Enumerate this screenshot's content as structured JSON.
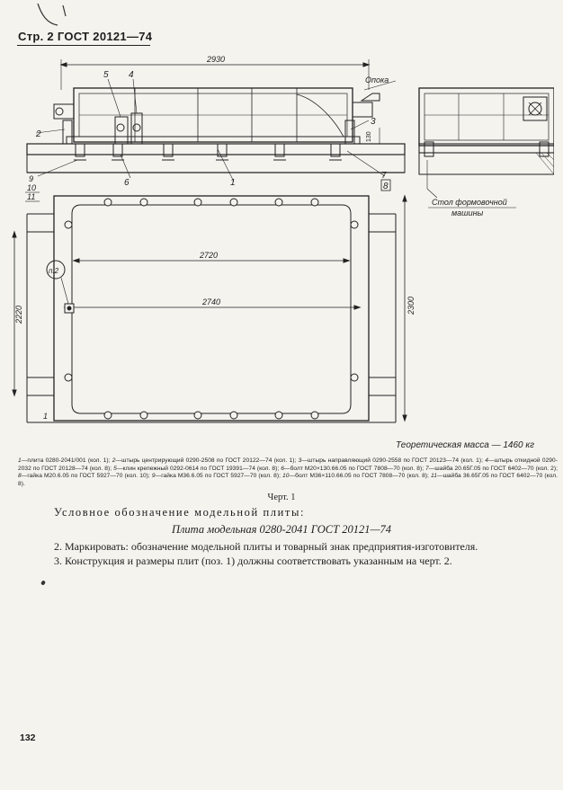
{
  "header": {
    "text": "Стр. 2 ГОСТ 20121—74"
  },
  "drawing": {
    "dims": {
      "overall_length": "2930",
      "inner_length": "2720",
      "hole_span": "2740",
      "height_left": "2220",
      "height_right": "2300",
      "small_height": "130"
    },
    "labels": {
      "flask": "Опока",
      "table_line1": "Стол формовочной",
      "table_line2": "машины",
      "detail_ref": "п.2"
    },
    "positions": [
      "1",
      "2",
      "3",
      "4",
      "5",
      "6",
      "7",
      "8",
      "9",
      "10",
      "11",
      "1"
    ]
  },
  "mass_note": "Теоретическая масса — 1460 кг",
  "legend": [
    {
      "num": "1",
      "text": "—плита 0280-2041/001 (кол. 1); "
    },
    {
      "num": "2",
      "text": "—штырь центрирующий 0290-2508 по ГОСТ 20122—74 (кол. 1); "
    },
    {
      "num": "3",
      "text": "—штырь направляющий 0290-2558 по ГОСТ 20123—74 (кол. 1); "
    },
    {
      "num": "4",
      "text": "—штырь откидной 0290-2032 по ГОСТ 20128—74 (кол. 8); "
    },
    {
      "num": "5",
      "text": "—клин крепежный 0292-0614 по ГОСТ 19391—74 (кол. 8); "
    },
    {
      "num": "6",
      "text": "—болт М20×130.66.05 по ГОСТ 7808—70 (кол. 8); "
    },
    {
      "num": "7",
      "text": "—шайба 20.65Г.05 по ГОСТ 6402—70 (кол. 2); "
    },
    {
      "num": "8",
      "text": "—гайка М20.6.05 по ГОСТ 5927—70 (кол. 10); "
    },
    {
      "num": "9",
      "text": "—гайка М36.6.05 по ГОСТ 5927—70 (кол. 8); "
    },
    {
      "num": "10",
      "text": "—болт М36×110.66.05 по ГОСТ 7808—70 (кол. 8); "
    },
    {
      "num": "11",
      "text": "—шайба 36.65Г.05 по ГОСТ 6402—70 (кол. 8)."
    }
  ],
  "figure_caption": "Черт. 1",
  "section_title": "Условное обозначение модельной плиты:",
  "example_designation": "Плита модельная 0280-2041 ГОСТ 20121—74",
  "clauses": [
    "2. Маркировать: обозначение модельной плиты и товарный знак предприятия-изготовителя.",
    "3. Конструкция и размеры плит (поз. 1) должны соответствовать указанным на черт. 2."
  ],
  "page_number": "132"
}
